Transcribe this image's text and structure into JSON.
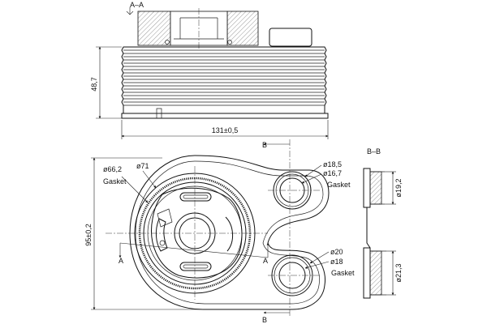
{
  "labels": {
    "section_aa": "A–A",
    "section_bb": "B–B",
    "height_dim": "48,7",
    "width_dim": "131±0,5",
    "b_top": "B",
    "b_bottom": "B",
    "a_left": "A",
    "a_right": "A",
    "dia_662": "ø66,2",
    "gasket_left": "Gasket",
    "dia_71": "ø71",
    "height_95": "95±0,2",
    "dia_185": "ø18,5",
    "dia_167": "ø16,7",
    "gasket_top": "Gasket",
    "dia_20": "ø20",
    "dia_18": "ø18",
    "gasket_bottom": "Gasket",
    "dia_192": "ø19,2",
    "dia_213": "ø21,3"
  },
  "icons": {
    "section_arrow": "section-arrow-icon",
    "dimension_arrow": "dimension-arrow-icon"
  },
  "colors": {
    "line": "#111111",
    "background": "#ffffff"
  }
}
